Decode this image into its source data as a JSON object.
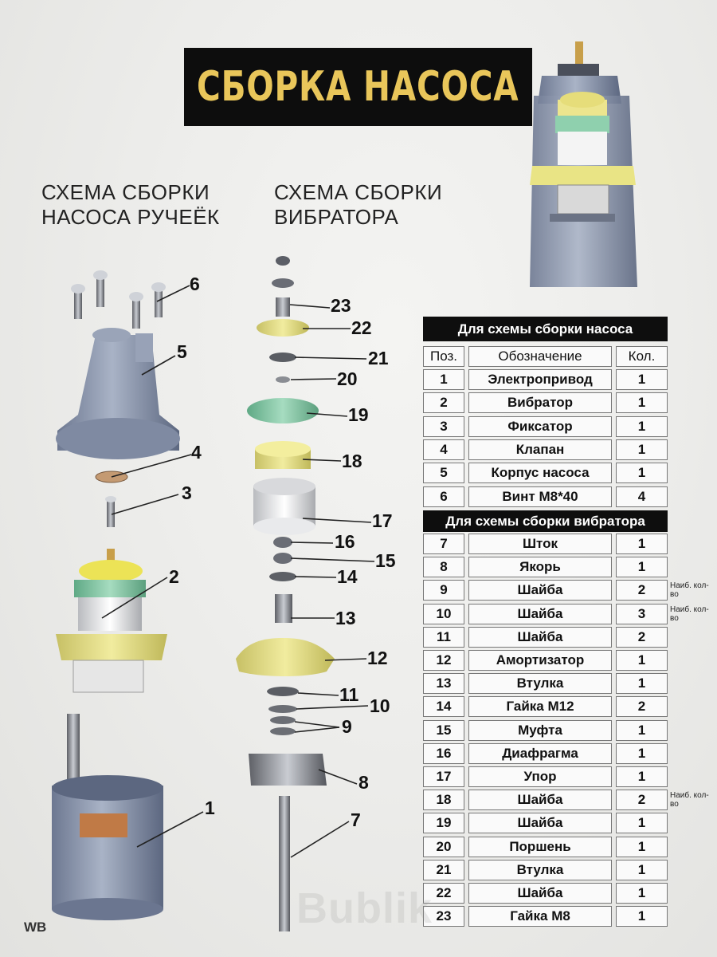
{
  "title": "СБОРКА НАСОСА",
  "pump_subtitle": [
    "СХЕМА СБОРКИ",
    "НАСОСА РУЧЕЁК"
  ],
  "vibrator_subtitle": [
    "СХЕМА СБОРКИ",
    "ВИБРАТОРА"
  ],
  "table": {
    "pump_header": "Для схемы сборки насоса",
    "vibrator_header": "Для схемы сборки вибратора",
    "columns": [
      "Поз.",
      "Обозначение",
      "Кол."
    ],
    "pump_rows": [
      {
        "pos": "1",
        "name": "Электропривод",
        "qty": "1"
      },
      {
        "pos": "2",
        "name": "Вибратор",
        "qty": "1"
      },
      {
        "pos": "3",
        "name": "Фиксатор",
        "qty": "1"
      },
      {
        "pos": "4",
        "name": "Клапан",
        "qty": "1"
      },
      {
        "pos": "5",
        "name": "Корпус насоса",
        "qty": "1"
      },
      {
        "pos": "6",
        "name": "Винт М8*40",
        "qty": "4"
      }
    ],
    "vibrator_rows": [
      {
        "pos": "7",
        "name": "Шток",
        "qty": "1"
      },
      {
        "pos": "8",
        "name": "Якорь",
        "qty": "1"
      },
      {
        "pos": "9",
        "name": "Шайба",
        "qty": "2",
        "note": "Наиб. кол-во"
      },
      {
        "pos": "10",
        "name": "Шайба",
        "qty": "3",
        "note": "Наиб. кол-во"
      },
      {
        "pos": "11",
        "name": "Шайба",
        "qty": "2"
      },
      {
        "pos": "12",
        "name": "Амортизатор",
        "qty": "1"
      },
      {
        "pos": "13",
        "name": "Втулка",
        "qty": "1"
      },
      {
        "pos": "14",
        "name": "Гайка М12",
        "qty": "2"
      },
      {
        "pos": "15",
        "name": "Муфта",
        "qty": "1"
      },
      {
        "pos": "16",
        "name": "Диафрагма",
        "qty": "1"
      },
      {
        "pos": "17",
        "name": "Упор",
        "qty": "1"
      },
      {
        "pos": "18",
        "name": "Шайба",
        "qty": "2",
        "note": "Наиб. кол-во"
      },
      {
        "pos": "19",
        "name": "Шайба",
        "qty": "1"
      },
      {
        "pos": "20",
        "name": "Поршень",
        "qty": "1"
      },
      {
        "pos": "21",
        "name": "Втулка",
        "qty": "1"
      },
      {
        "pos": "22",
        "name": "Шайба",
        "qty": "1"
      },
      {
        "pos": "23",
        "name": "Гайка М8",
        "qty": "1"
      }
    ]
  },
  "callouts": [
    "1",
    "2",
    "3",
    "4",
    "5",
    "6",
    "7",
    "8",
    "9",
    "10",
    "11",
    "12",
    "13",
    "14",
    "15",
    "16",
    "17",
    "18",
    "19",
    "20",
    "21",
    "22",
    "23"
  ],
  "footer_logo": "WB",
  "watermark": "Bublik",
  "colors": {
    "title_bg": "#0d0d0d",
    "title_text": "#e9c65a",
    "yellow_part": "#e4dd84",
    "green_part": "#8cc9a9",
    "body_gray": "#8f9bb3"
  }
}
